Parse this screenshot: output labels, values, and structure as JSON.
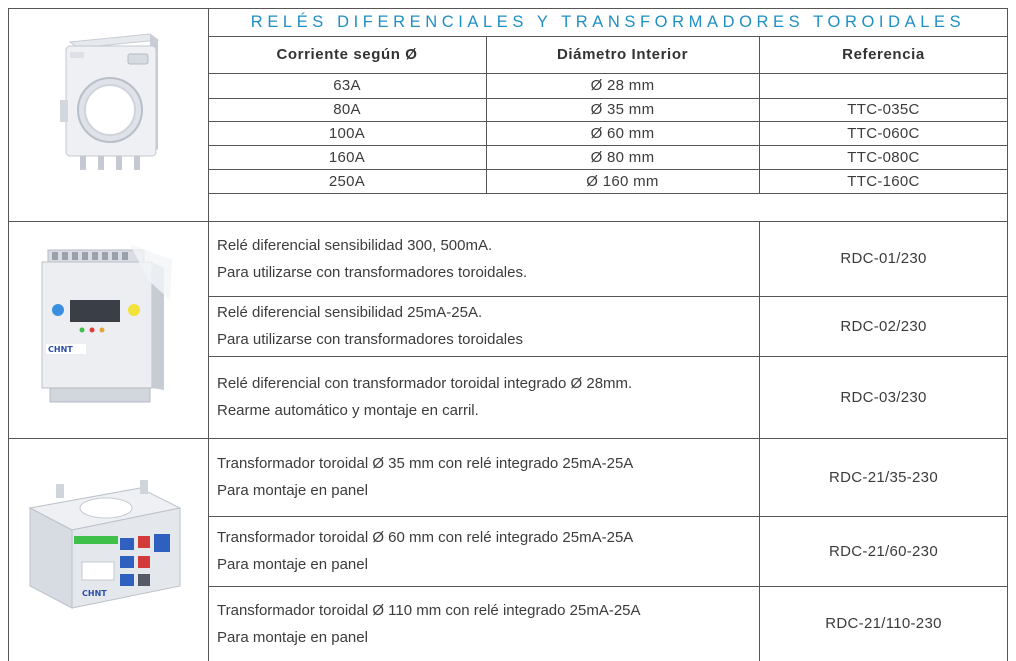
{
  "section1": {
    "title": "RELÉS DIFERENCIALES Y TRANSFORMADORES TOROIDALES",
    "headers": [
      "Corriente según  Ø",
      "Diámetro Interior",
      "Referencia"
    ],
    "rows": [
      {
        "current": "63A",
        "diameter": "Ø 28 mm",
        "reference": ""
      },
      {
        "current": "80A",
        "diameter": "Ø 35 mm",
        "reference": "TTC-035C"
      },
      {
        "current": "100A",
        "diameter": "Ø 60 mm",
        "reference": "TTC-060C"
      },
      {
        "current": "160A",
        "diameter": "Ø 80 mm",
        "reference": "TTC-080C"
      },
      {
        "current": "250A",
        "diameter": "Ø 160 mm",
        "reference": "TTC-160C"
      }
    ]
  },
  "section2": {
    "device_brand": "CHNT",
    "rows": [
      {
        "line1": "Relé diferencial sensibilidad 300, 500mA.",
        "line2": "Para utilizarse con transformadores toroidales.",
        "reference": "RDC-01/230"
      },
      {
        "line1": "Relé diferencial sensibilidad 25mA-25A.",
        "line2": "Para utilizarse con transformadores toroidales",
        "reference": "RDC-02/230"
      },
      {
        "line1": "Relé diferencial con transformador toroidal integrado Ø 28mm.",
        "line2": "Rearme automático y montaje en carril.",
        "reference": "RDC-03/230"
      }
    ]
  },
  "section3": {
    "device_brand": "CHNT",
    "rows": [
      {
        "line1": "Transformador toroidal Ø 35 mm con relé integrado 25mA-25A",
        "line2": "Para montaje en panel",
        "reference": "RDC-21/35-230"
      },
      {
        "line1": "Transformador toroidal Ø 60 mm con relé integrado 25mA-25A",
        "line2": "Para montaje en panel",
        "reference": "RDC-21/60-230"
      },
      {
        "line1": "Transformador toroidal Ø 110 mm con relé integrado 25mA-25A",
        "line2": "Para montaje en panel",
        "reference": "RDC-21/110-230"
      }
    ]
  },
  "colors": {
    "title": "#1f8fc4",
    "grid": "#555555",
    "text": "#3c3c3c"
  }
}
